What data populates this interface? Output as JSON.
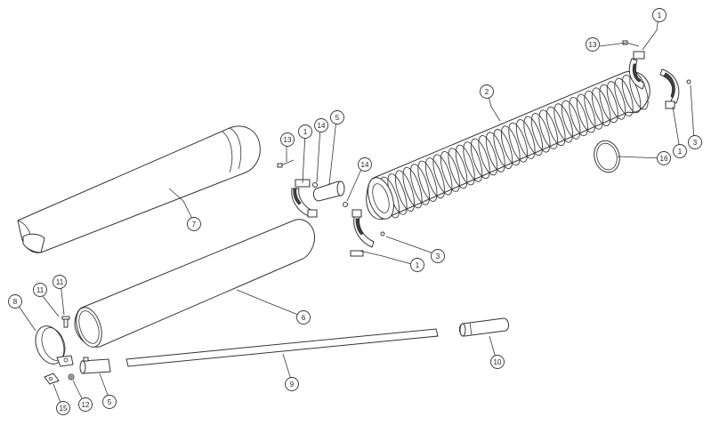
{
  "diagram": {
    "type": "exploded-parts-view",
    "callouts": [
      {
        "id": "c1a",
        "label": "1"
      },
      {
        "id": "c13a",
        "label": "13"
      },
      {
        "id": "c2",
        "label": "2"
      },
      {
        "id": "c1b",
        "label": "1"
      },
      {
        "id": "c3a",
        "label": "3"
      },
      {
        "id": "c16",
        "label": "16"
      },
      {
        "id": "c13b",
        "label": "13"
      },
      {
        "id": "c1c",
        "label": "1"
      },
      {
        "id": "c14a",
        "label": "14"
      },
      {
        "id": "c5a",
        "label": "5"
      },
      {
        "id": "c14b",
        "label": "14"
      },
      {
        "id": "c7",
        "label": "7"
      },
      {
        "id": "c1d",
        "label": "1"
      },
      {
        "id": "c3b",
        "label": "3"
      },
      {
        "id": "c6",
        "label": "6"
      },
      {
        "id": "c8",
        "label": "8"
      },
      {
        "id": "c11a",
        "label": "11"
      },
      {
        "id": "c11b",
        "label": "11"
      },
      {
        "id": "c10",
        "label": "10"
      },
      {
        "id": "c9",
        "label": "9"
      },
      {
        "id": "c15",
        "label": "15"
      },
      {
        "id": "c12",
        "label": "12"
      },
      {
        "id": "c5b",
        "label": "5"
      }
    ]
  }
}
